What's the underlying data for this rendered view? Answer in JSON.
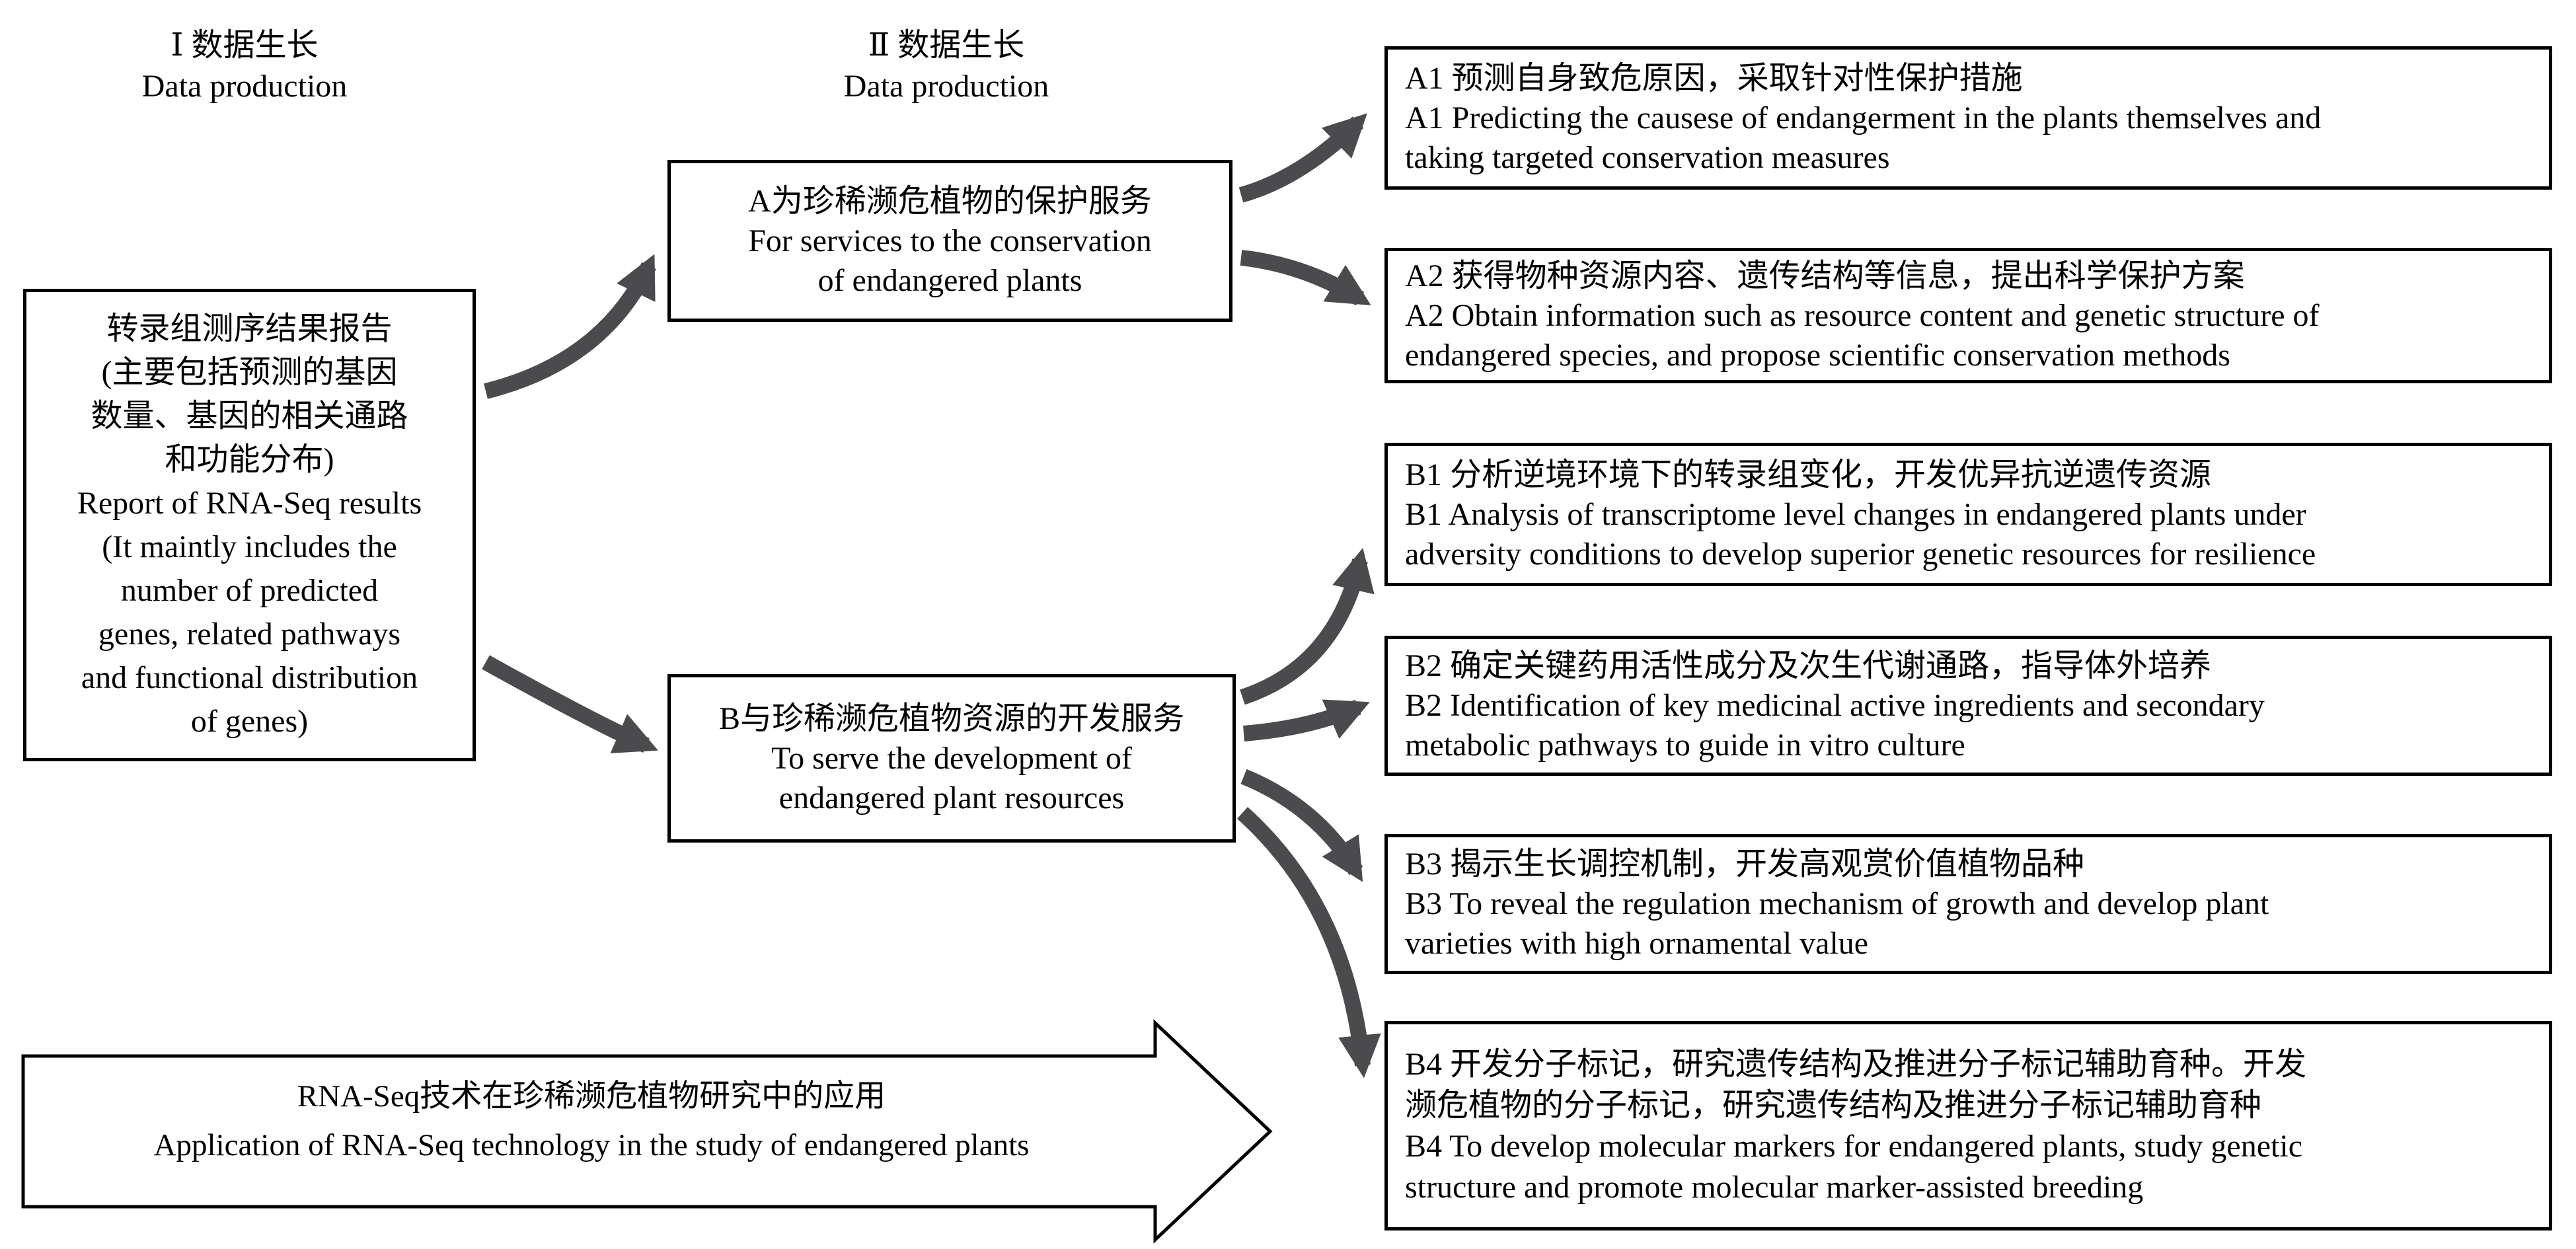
{
  "colors": {
    "background": "#ffffff",
    "box_border": "#000000",
    "connector_arrow": "#4b4b4d",
    "text": "#000000"
  },
  "headers": {
    "col1": {
      "lines": [
        "Ⅰ 数据生长",
        "Data production"
      ]
    },
    "col2": {
      "lines": [
        "Ⅱ 数据生长",
        "Data production"
      ]
    }
  },
  "report_box": {
    "lines": [
      "转录组测序结果报告",
      "(主要包括预测的基因",
      "数量、基因的相关通路",
      "和功能分布)",
      "Report of RNA-Seq results",
      "(It maintly includes the",
      "number of predicted",
      "genes, related pathways",
      "and functional distribution",
      "of genes)"
    ]
  },
  "service_boxes": {
    "a": {
      "lines": [
        "A为珍稀濒危植物的保护服务",
        "For services to the conservation",
        "of endangered plants"
      ]
    },
    "b": {
      "lines": [
        "B与珍稀濒危植物资源的开发服务",
        "To serve the development of",
        "endangered plant resources"
      ]
    }
  },
  "outcome_boxes": {
    "a1": {
      "lines": [
        "A1 预测自身致危原因，采取针对性保护措施",
        "A1 Predicting the causese of endangerment in the plants themselves and",
        "taking targeted conservation measures"
      ]
    },
    "a2": {
      "lines": [
        "A2 获得物种资源内容、遗传结构等信息，提出科学保护方案",
        "A2 Obtain information such as resource content and genetic structure of",
        "endangered species, and propose scientific conservation methods"
      ]
    },
    "b1": {
      "lines": [
        "B1 分析逆境环境下的转录组变化，开发优异抗逆遗传资源",
        "B1 Analysis of transcriptome level changes in endangered plants under",
        "adversity conditions to develop superior genetic resources for resilience"
      ]
    },
    "b2": {
      "lines": [
        "B2 确定关键药用活性成分及次生代谢通路，指导体外培养",
        "B2 Identification of key medicinal active ingredients and secondary",
        "metabolic pathways to guide in vitro culture"
      ]
    },
    "b3": {
      "lines": [
        "B3 揭示生长调控机制，开发高观赏价值植物品种",
        "B3 To reveal the regulation mechanism of growth and develop plant",
        "varieties with high ornamental value"
      ]
    },
    "b4": {
      "lines": [
        "B4 开发分子标记，研究遗传结构及推进分子标记辅助育种。开发",
        "濒危植物的分子标记，研究遗传结构及推进分子标记辅助育种",
        "B4 To develop molecular markers for endangered plants, study genetic",
        "structure and promote molecular marker-assisted breeding"
      ]
    }
  },
  "application_arrow": {
    "lines": [
      "RNA-Seq技术在珍稀濒危植物研究中的应用",
      "Application of RNA-Seq technology in the study of endangered plants"
    ]
  }
}
